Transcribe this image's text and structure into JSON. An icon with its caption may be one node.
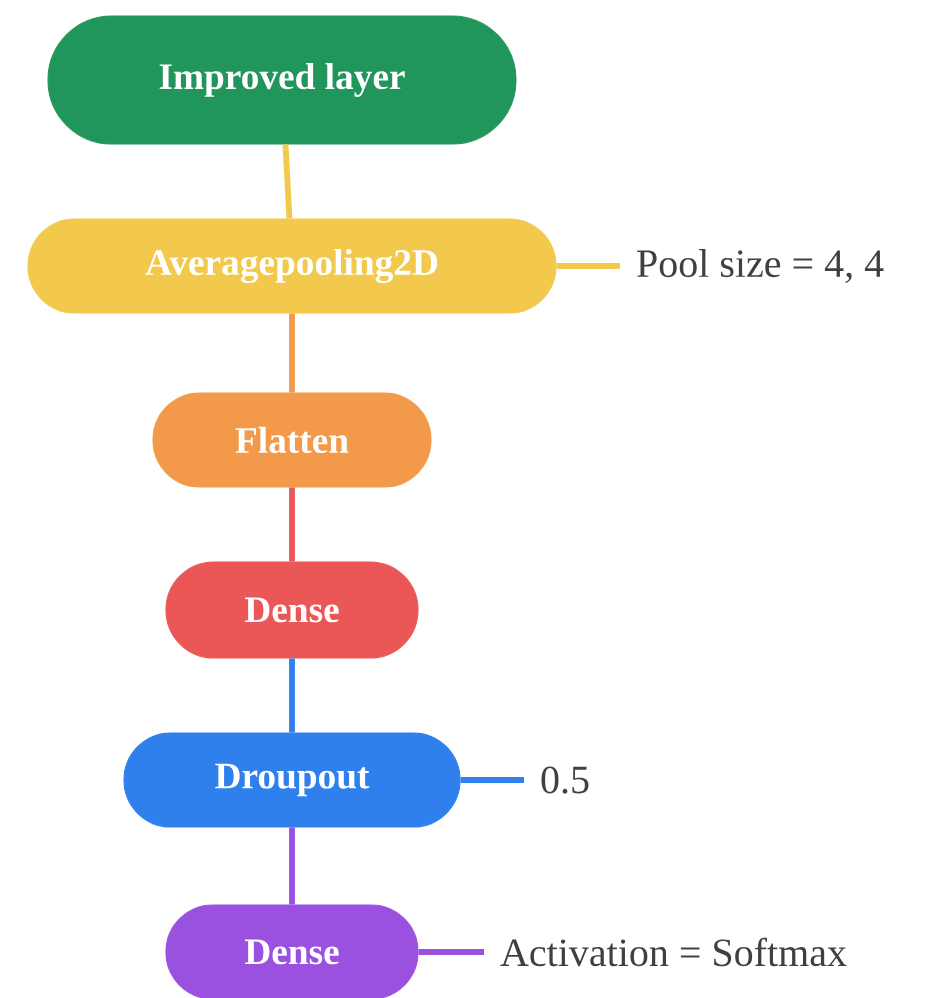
{
  "diagram": {
    "nodes": [
      {
        "text": [
          "Improved layer"
        ]
      },
      {
        "text": [
          "Averagepooling2D"
        ]
      },
      {
        "text": [
          "Flatten"
        ]
      },
      {
        "text": [
          "Dense"
        ]
      },
      {
        "text": [
          "Droupout"
        ]
      },
      {
        "text": [
          "Dense"
        ]
      },
      {
        "text": [
          "Pool size = 4, 4"
        ]
      },
      {
        "text": [
          "0.5"
        ]
      },
      {
        "text": [
          "Activation = Softmax"
        ]
      }
    ],
    "edges": [
      {
        "from": 0,
        "to": 1,
        "arrow": "none",
        "color": "#f2c94c"
      },
      {
        "from": 1,
        "to": 2,
        "arrow": "none",
        "color": "#f2994a"
      },
      {
        "from": 2,
        "to": 3,
        "arrow": "none",
        "color": "#eb5757"
      },
      {
        "from": 3,
        "to": 4,
        "arrow": "none",
        "color": "#2f80ed"
      },
      {
        "from": 4,
        "to": 5,
        "arrow": "none",
        "color": "#9b51e0"
      },
      {
        "from": 1,
        "to": 6,
        "arrow": "none",
        "color": "#f2c94c"
      },
      {
        "from": 4,
        "to": 7,
        "arrow": "none",
        "color": "#2f80ed"
      },
      {
        "from": 5,
        "to": 8,
        "arrow": "none",
        "color": "#9b51e0"
      }
    ]
  }
}
